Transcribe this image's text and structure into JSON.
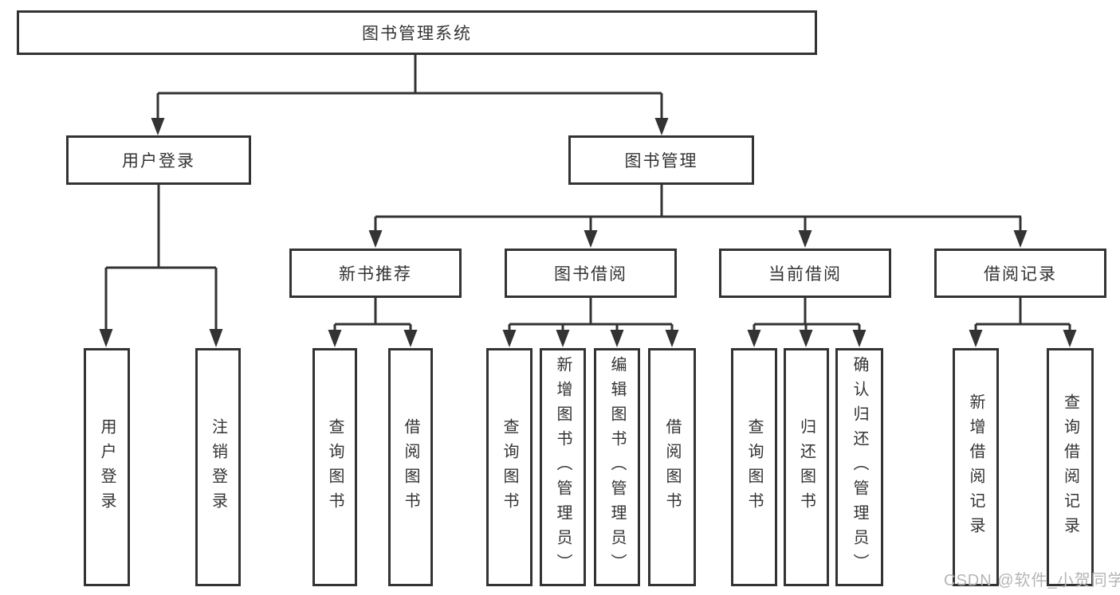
{
  "diagram": {
    "type": "hierarchy",
    "root": {
      "label": "图书管理系统"
    },
    "level2": {
      "user_login": {
        "label": "用户登录"
      },
      "book_management": {
        "label": "图书管理"
      }
    },
    "level3": {
      "new_book_recommend": {
        "label": "新书推荐",
        "parent": "图书管理"
      },
      "book_borrowing": {
        "label": "图书借阅",
        "parent": "图书管理"
      },
      "current_borrowing": {
        "label": "当前借阅",
        "parent": "图书管理"
      },
      "borrowing_records": {
        "label": "借阅记录",
        "parent": "图书管理"
      }
    },
    "leaves": {
      "user_login_leaf": {
        "label": "用户登录",
        "parent": "用户登录"
      },
      "logout": {
        "label": "注销登录",
        "parent": "用户登录"
      },
      "recommend_query_books": {
        "label": "查询图书",
        "parent": "新书推荐"
      },
      "recommend_borrow_books": {
        "label": "借阅图书",
        "parent": "新书推荐"
      },
      "borrowing_query_books": {
        "label": "查询图书",
        "parent": "图书借阅"
      },
      "borrowing_add_books_admin": {
        "label": "新增图书（管理员）",
        "parent": "图书借阅"
      },
      "borrowing_edit_books_admin": {
        "label": "编辑图书（管理员）",
        "parent": "图书借阅"
      },
      "borrowing_borrow_books": {
        "label": "借阅图书",
        "parent": "图书借阅"
      },
      "current_query_books": {
        "label": "查询图书",
        "parent": "当前借阅"
      },
      "current_return_books": {
        "label": "归还图书",
        "parent": "当前借阅"
      },
      "current_confirm_return_admin": {
        "label": "确认归还（管理员）",
        "parent": "当前借阅"
      },
      "records_add_record": {
        "label": "新增借阅记录",
        "parent": "借阅记录"
      },
      "records_query_record": {
        "label": "查询借阅记录",
        "parent": "借阅记录"
      }
    }
  },
  "watermark": {
    "text": "CSDN @软件_小贺同学"
  },
  "colors": {
    "line": "#333333",
    "box_border": "#333333",
    "text": "#333333",
    "watermark": "#b5b5b5",
    "background": "#ffffff"
  }
}
